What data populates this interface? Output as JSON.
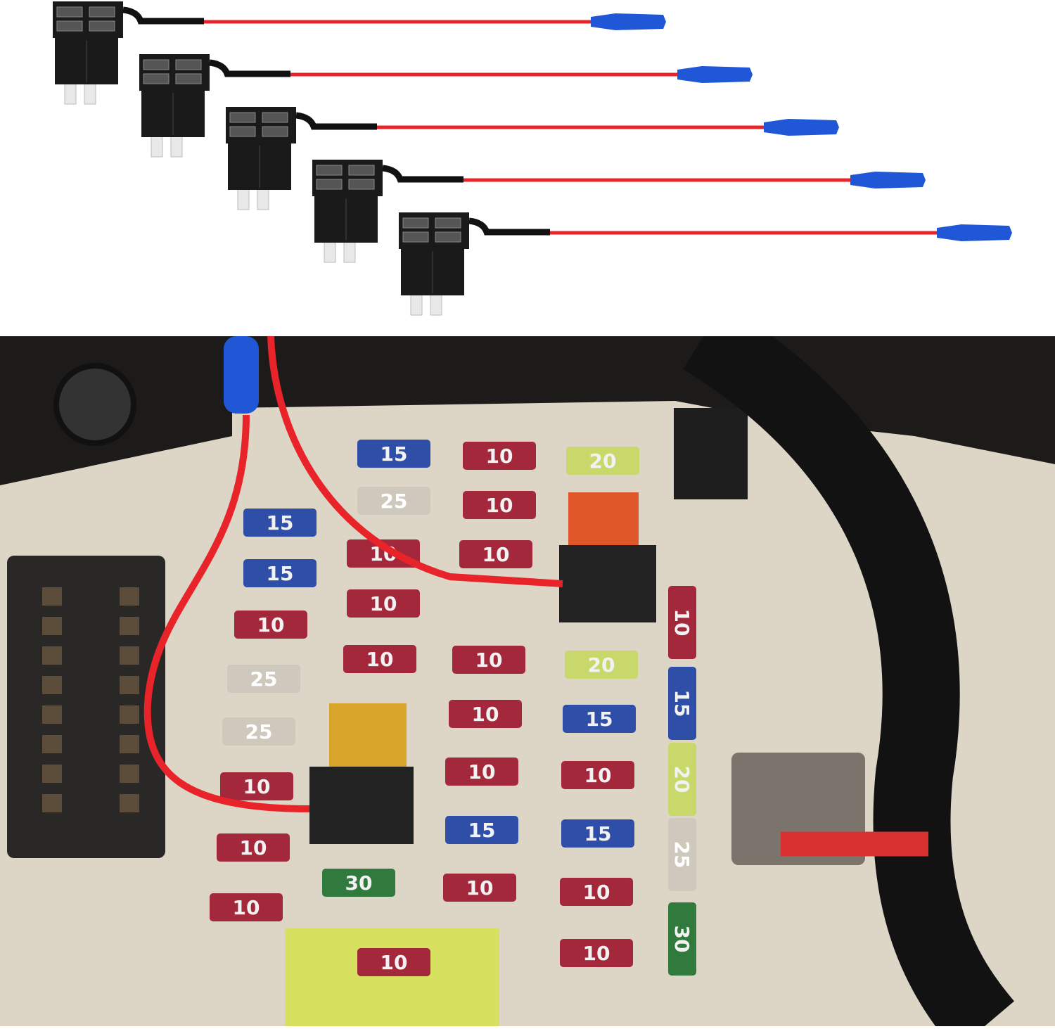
{
  "product": {
    "tap_count": 5,
    "wire_color": "#e8242a",
    "terminal_color": "#1f57d6",
    "holder_color": "#1a1a1a"
  },
  "fuse_colors": {
    "red": "#a3283b",
    "blue": "#2e4ea8",
    "grey": "#cfc8bd",
    "yellow": "#c9d86a",
    "green": "#2f7a3c",
    "orange": "#e0582a",
    "amber": "#d8a52a"
  },
  "fuses": [
    {
      "label": "15",
      "color": "blue"
    },
    {
      "label": "15",
      "color": "blue"
    },
    {
      "label": "10",
      "color": "red"
    },
    {
      "label": "25",
      "color": "grey"
    },
    {
      "label": "25",
      "color": "grey"
    },
    {
      "label": "10",
      "color": "red"
    },
    {
      "label": "10",
      "color": "red"
    },
    {
      "label": "10",
      "color": "red"
    },
    {
      "label": "15",
      "color": "blue"
    },
    {
      "label": "25",
      "color": "grey"
    },
    {
      "label": "10",
      "color": "red"
    },
    {
      "label": "10",
      "color": "red"
    },
    {
      "label": "10",
      "color": "red"
    },
    {
      "label": "30",
      "color": "green"
    },
    {
      "label": "10",
      "color": "red"
    },
    {
      "label": "10",
      "color": "red"
    },
    {
      "label": "10",
      "color": "red"
    },
    {
      "label": "10",
      "color": "red"
    },
    {
      "label": "10",
      "color": "red"
    },
    {
      "label": "10",
      "color": "red"
    },
    {
      "label": "10",
      "color": "red"
    },
    {
      "label": "15",
      "color": "blue"
    },
    {
      "label": "10",
      "color": "red"
    },
    {
      "label": "20",
      "color": "yellow"
    },
    {
      "label": "20",
      "color": "yellow"
    },
    {
      "label": "15",
      "color": "blue"
    },
    {
      "label": "10",
      "color": "red"
    },
    {
      "label": "15",
      "color": "blue"
    },
    {
      "label": "10",
      "color": "red"
    },
    {
      "label": "10",
      "color": "red"
    },
    {
      "label": "10",
      "color": "red"
    },
    {
      "label": "15",
      "color": "blue"
    },
    {
      "label": "20",
      "color": "yellow"
    },
    {
      "label": "25",
      "color": "grey"
    },
    {
      "label": "30",
      "color": "green"
    }
  ]
}
